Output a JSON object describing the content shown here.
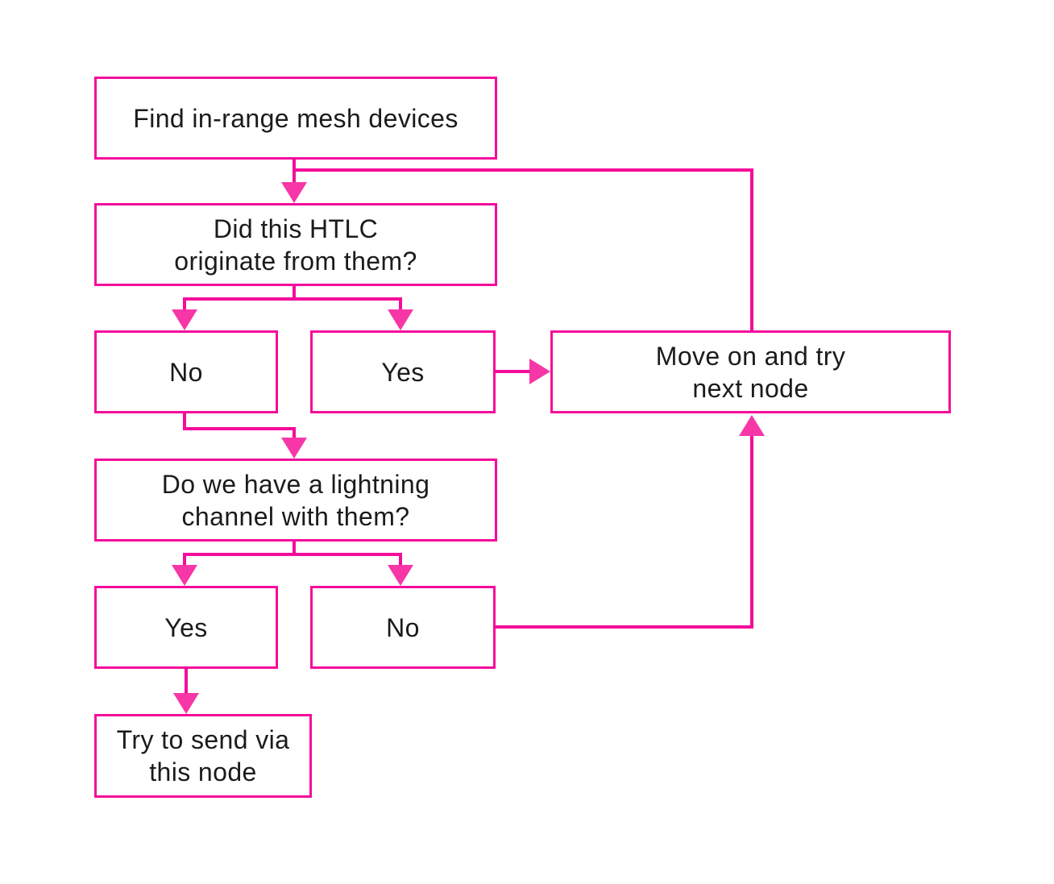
{
  "colors": {
    "accent": "#F50C9A",
    "arrow": "#F736A7",
    "text": "#1b1b1b",
    "background": "#ffffff"
  },
  "flowchart": {
    "nodes": {
      "find_devices": {
        "label": "Find in-range mesh devices"
      },
      "htlc_originate": {
        "label": "Did this HTLC\noriginate from them?"
      },
      "originate_no": {
        "label": "No"
      },
      "originate_yes": {
        "label": "Yes"
      },
      "move_on": {
        "label": "Move on and try\nnext node"
      },
      "lightning_channel": {
        "label": "Do we have a lightning\nchannel with them?"
      },
      "channel_yes": {
        "label": "Yes"
      },
      "channel_no": {
        "label": "No"
      },
      "try_send": {
        "label": "Try to send via\nthis node"
      }
    }
  }
}
